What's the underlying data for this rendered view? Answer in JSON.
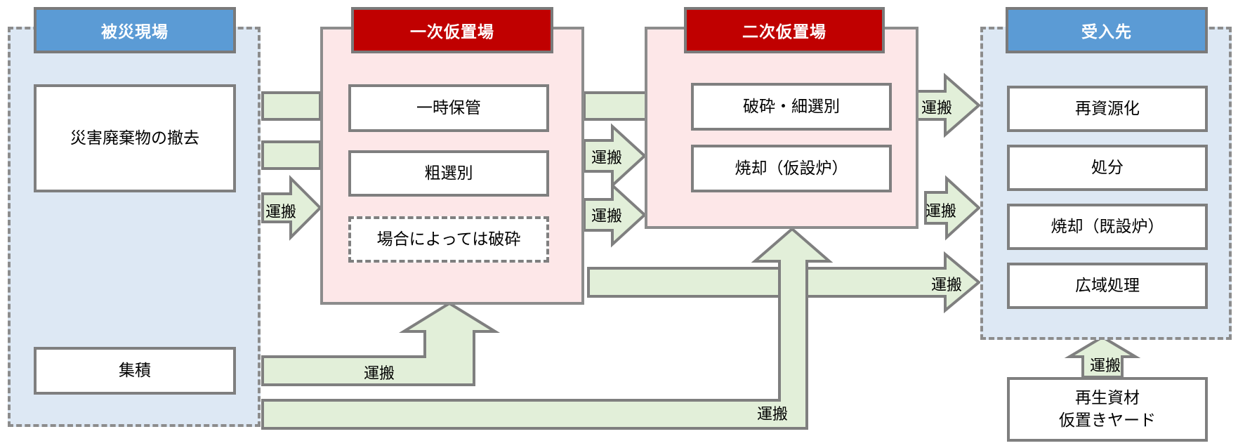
{
  "colors": {
    "panel_blue": "#dde8f4",
    "panel_pink": "#fde7e8",
    "header_blue": "#5b9bd5",
    "header_red": "#c00000",
    "arrow_fill": "#e2efd9",
    "border_gray": "#8c8c8c"
  },
  "site": {
    "title": "被災現場",
    "step1": "災害廃棄物の撤去",
    "step2": "集積"
  },
  "primary": {
    "title": "一次仮置場",
    "items": [
      "一時保管",
      "粗選別",
      "場合によっては破砕"
    ]
  },
  "secondary": {
    "title": "二次仮置場",
    "items": [
      "破砕・細選別",
      "焼却（仮設炉）"
    ]
  },
  "destination": {
    "title": "受入先",
    "items": [
      "再資源化",
      "処分",
      "焼却（既設炉）",
      "広域処理"
    ]
  },
  "recycled": {
    "line1": "再生資材",
    "line2": "仮置きヤード"
  },
  "arrow_label": "運搬"
}
